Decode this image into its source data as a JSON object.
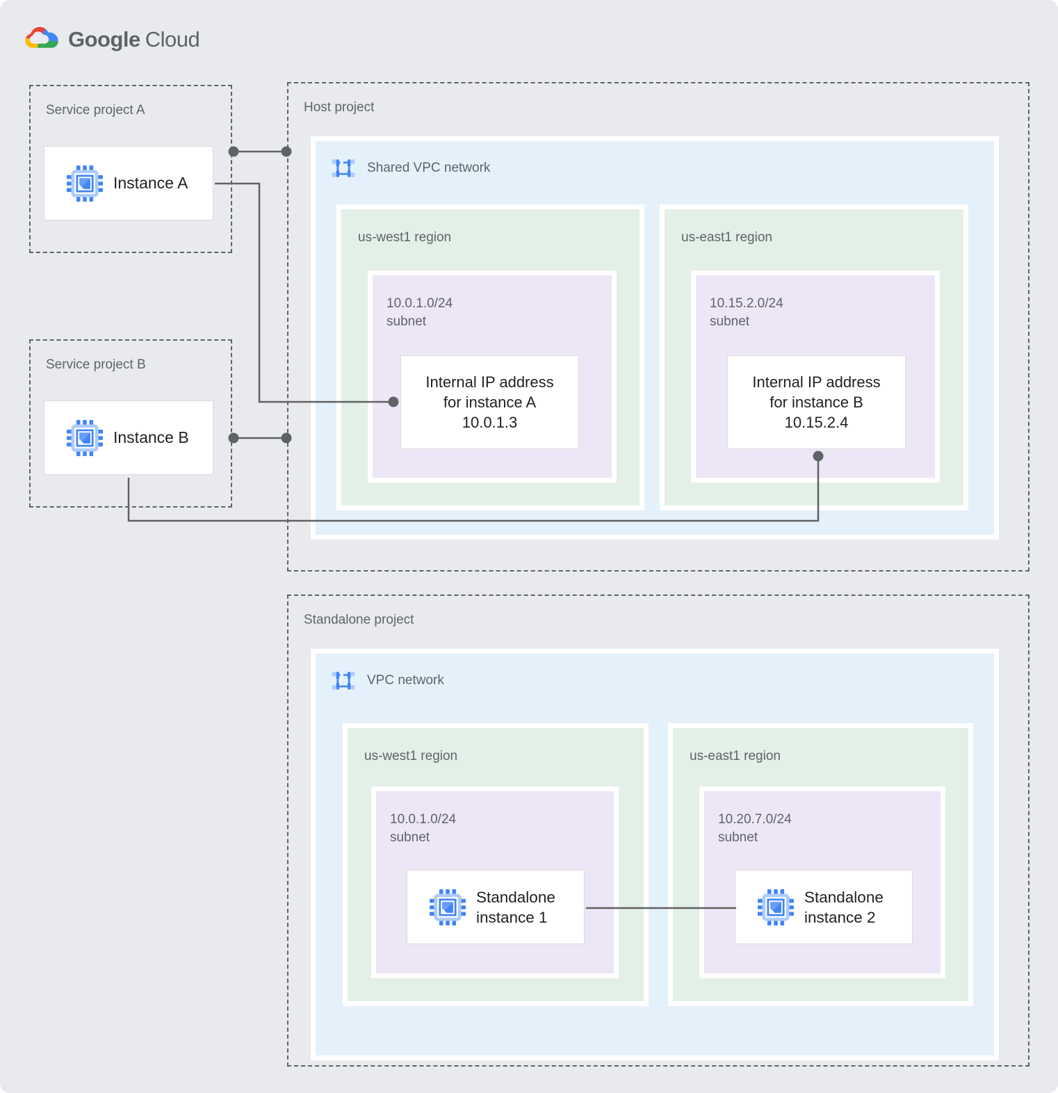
{
  "logo": {
    "part1": "Google",
    "part2": "Cloud"
  },
  "icons": {
    "cloud_logo": "google-cloud-icon",
    "compute_instance": "compute-instance-icon",
    "vpc_network": "vpc-network-icon"
  },
  "palette": {
    "canvas_gray": "#E9EAED",
    "vpc_blue_fill": "#E4F1FB",
    "region_green_fill": "#E2F0E8",
    "subnet_purple_fill": "#ECE6F6",
    "label_gray": "#5F6368",
    "text_black": "#202124",
    "connector_gray": "#616161",
    "google_blue": "#4285F4",
    "google_red": "#EA4335",
    "google_yellow": "#FBBC04",
    "google_green": "#34A853"
  },
  "service_project_a": {
    "title": "Service project A",
    "instance_label": "Instance A"
  },
  "service_project_b": {
    "title": "Service project B",
    "instance_label": "Instance B"
  },
  "host_project": {
    "title": "Host project",
    "network_label": "Shared VPC network",
    "regions": [
      {
        "name": "us-west1 region",
        "subnet_line1": "10.0.1.0/24",
        "subnet_line2": "subnet",
        "ip_line1": "Internal IP address",
        "ip_line2": "for instance A",
        "ip_line3": "10.0.1.3"
      },
      {
        "name": "us-east1 region",
        "subnet_line1": "10.15.2.0/24",
        "subnet_line2": "subnet",
        "ip_line1": "Internal IP address",
        "ip_line2": "for instance B",
        "ip_line3": "10.15.2.4"
      }
    ]
  },
  "standalone_project": {
    "title": "Standalone project",
    "network_label": "VPC network",
    "regions": [
      {
        "name": "us-west1 region",
        "subnet_line1": "10.0.1.0/24",
        "subnet_line2": "subnet",
        "instance_line1": "Standalone",
        "instance_line2": "instance 1"
      },
      {
        "name": "us-east1 region",
        "subnet_line1": "10.20.7.0/24",
        "subnet_line2": "subnet",
        "instance_line1": "Standalone",
        "instance_line2": "instance 2"
      }
    ]
  }
}
